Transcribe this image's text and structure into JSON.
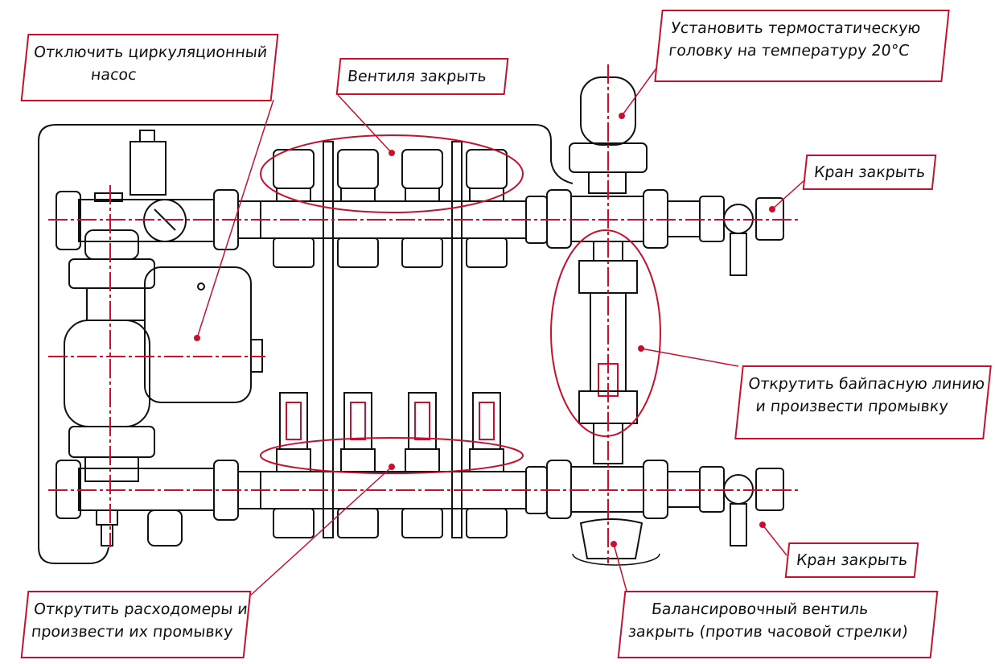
{
  "diagram": {
    "colors": {
      "outline": "#111111",
      "accent": "#c8102e",
      "background": "#ffffff"
    },
    "callouts": {
      "pump": {
        "line1": "Отключить циркуляционный",
        "line2": "насос"
      },
      "valves": {
        "line1": "Вентиля закрыть"
      },
      "thermo": {
        "line1": "Установить термостатическую",
        "line2": "головку на температуру 20°С"
      },
      "tap_top": {
        "line1": "Кран закрыть"
      },
      "bypass": {
        "line1": "Открутить байпасную линию",
        "line2": "и произвести промывку"
      },
      "tap_bottom": {
        "line1": "Кран закрыть"
      },
      "flowmeters": {
        "line1": "Открутить расходомеры и",
        "line2": "произвести их промывку"
      },
      "balancing": {
        "line1": "Балансировочный вентиль",
        "line2": "закрыть (против часовой стрелки)"
      }
    }
  }
}
